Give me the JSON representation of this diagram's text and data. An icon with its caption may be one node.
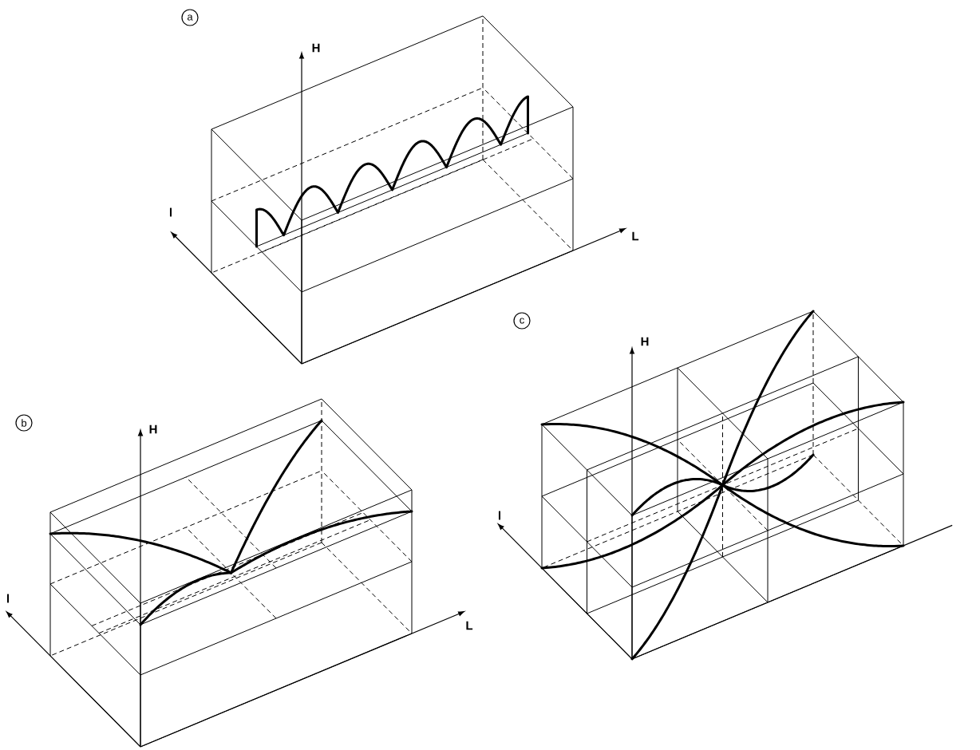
{
  "diagram": {
    "labels": [
      "a",
      "H",
      "l",
      "L",
      "b",
      "H",
      "l",
      "L",
      "c",
      "H",
      "l"
    ]
  }
}
